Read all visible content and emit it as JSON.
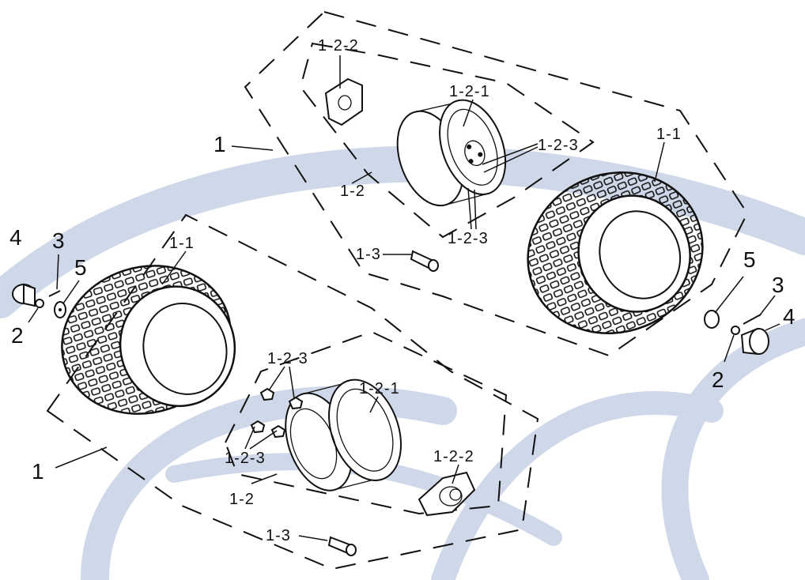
{
  "watermark_color": "#c9d4e6",
  "labels": {
    "l1_top": "1",
    "l1_bottom": "1",
    "l1_1_left": "1-1",
    "l1_1_right": "1-1",
    "l1_2_top": "1-2",
    "l1_2_bottom": "1-2",
    "l1_2_1_top": "1-2-1",
    "l1_2_1_bottom": "1-2-1",
    "l1_2_2_top": "1-2-2",
    "l1_2_2_bottom": "1-2-2",
    "l1_2_3_top_a": "1-2-3",
    "l1_2_3_top_b": "1-2-3",
    "l1_2_3_bottom_a": "1-2-3",
    "l1_2_3_bottom_b": "1-2-3",
    "l1_3_top": "1-3",
    "l1_3_bottom": "1-3",
    "l2_left": "2",
    "l2_right": "2",
    "l3_left": "3",
    "l3_right": "3",
    "l4_left": "4",
    "l4_right": "4",
    "l5_left": "5",
    "l5_right": "5"
  },
  "icons": {
    "tire": "tire-icon",
    "rim": "wheel-rim-icon",
    "hub": "hub-flange-icon",
    "valve": "valve-stem-icon",
    "nut": "nut-icon",
    "cap": "hub-cap-icon",
    "washer": "washer-icon",
    "pin": "cotter-pin-icon"
  }
}
